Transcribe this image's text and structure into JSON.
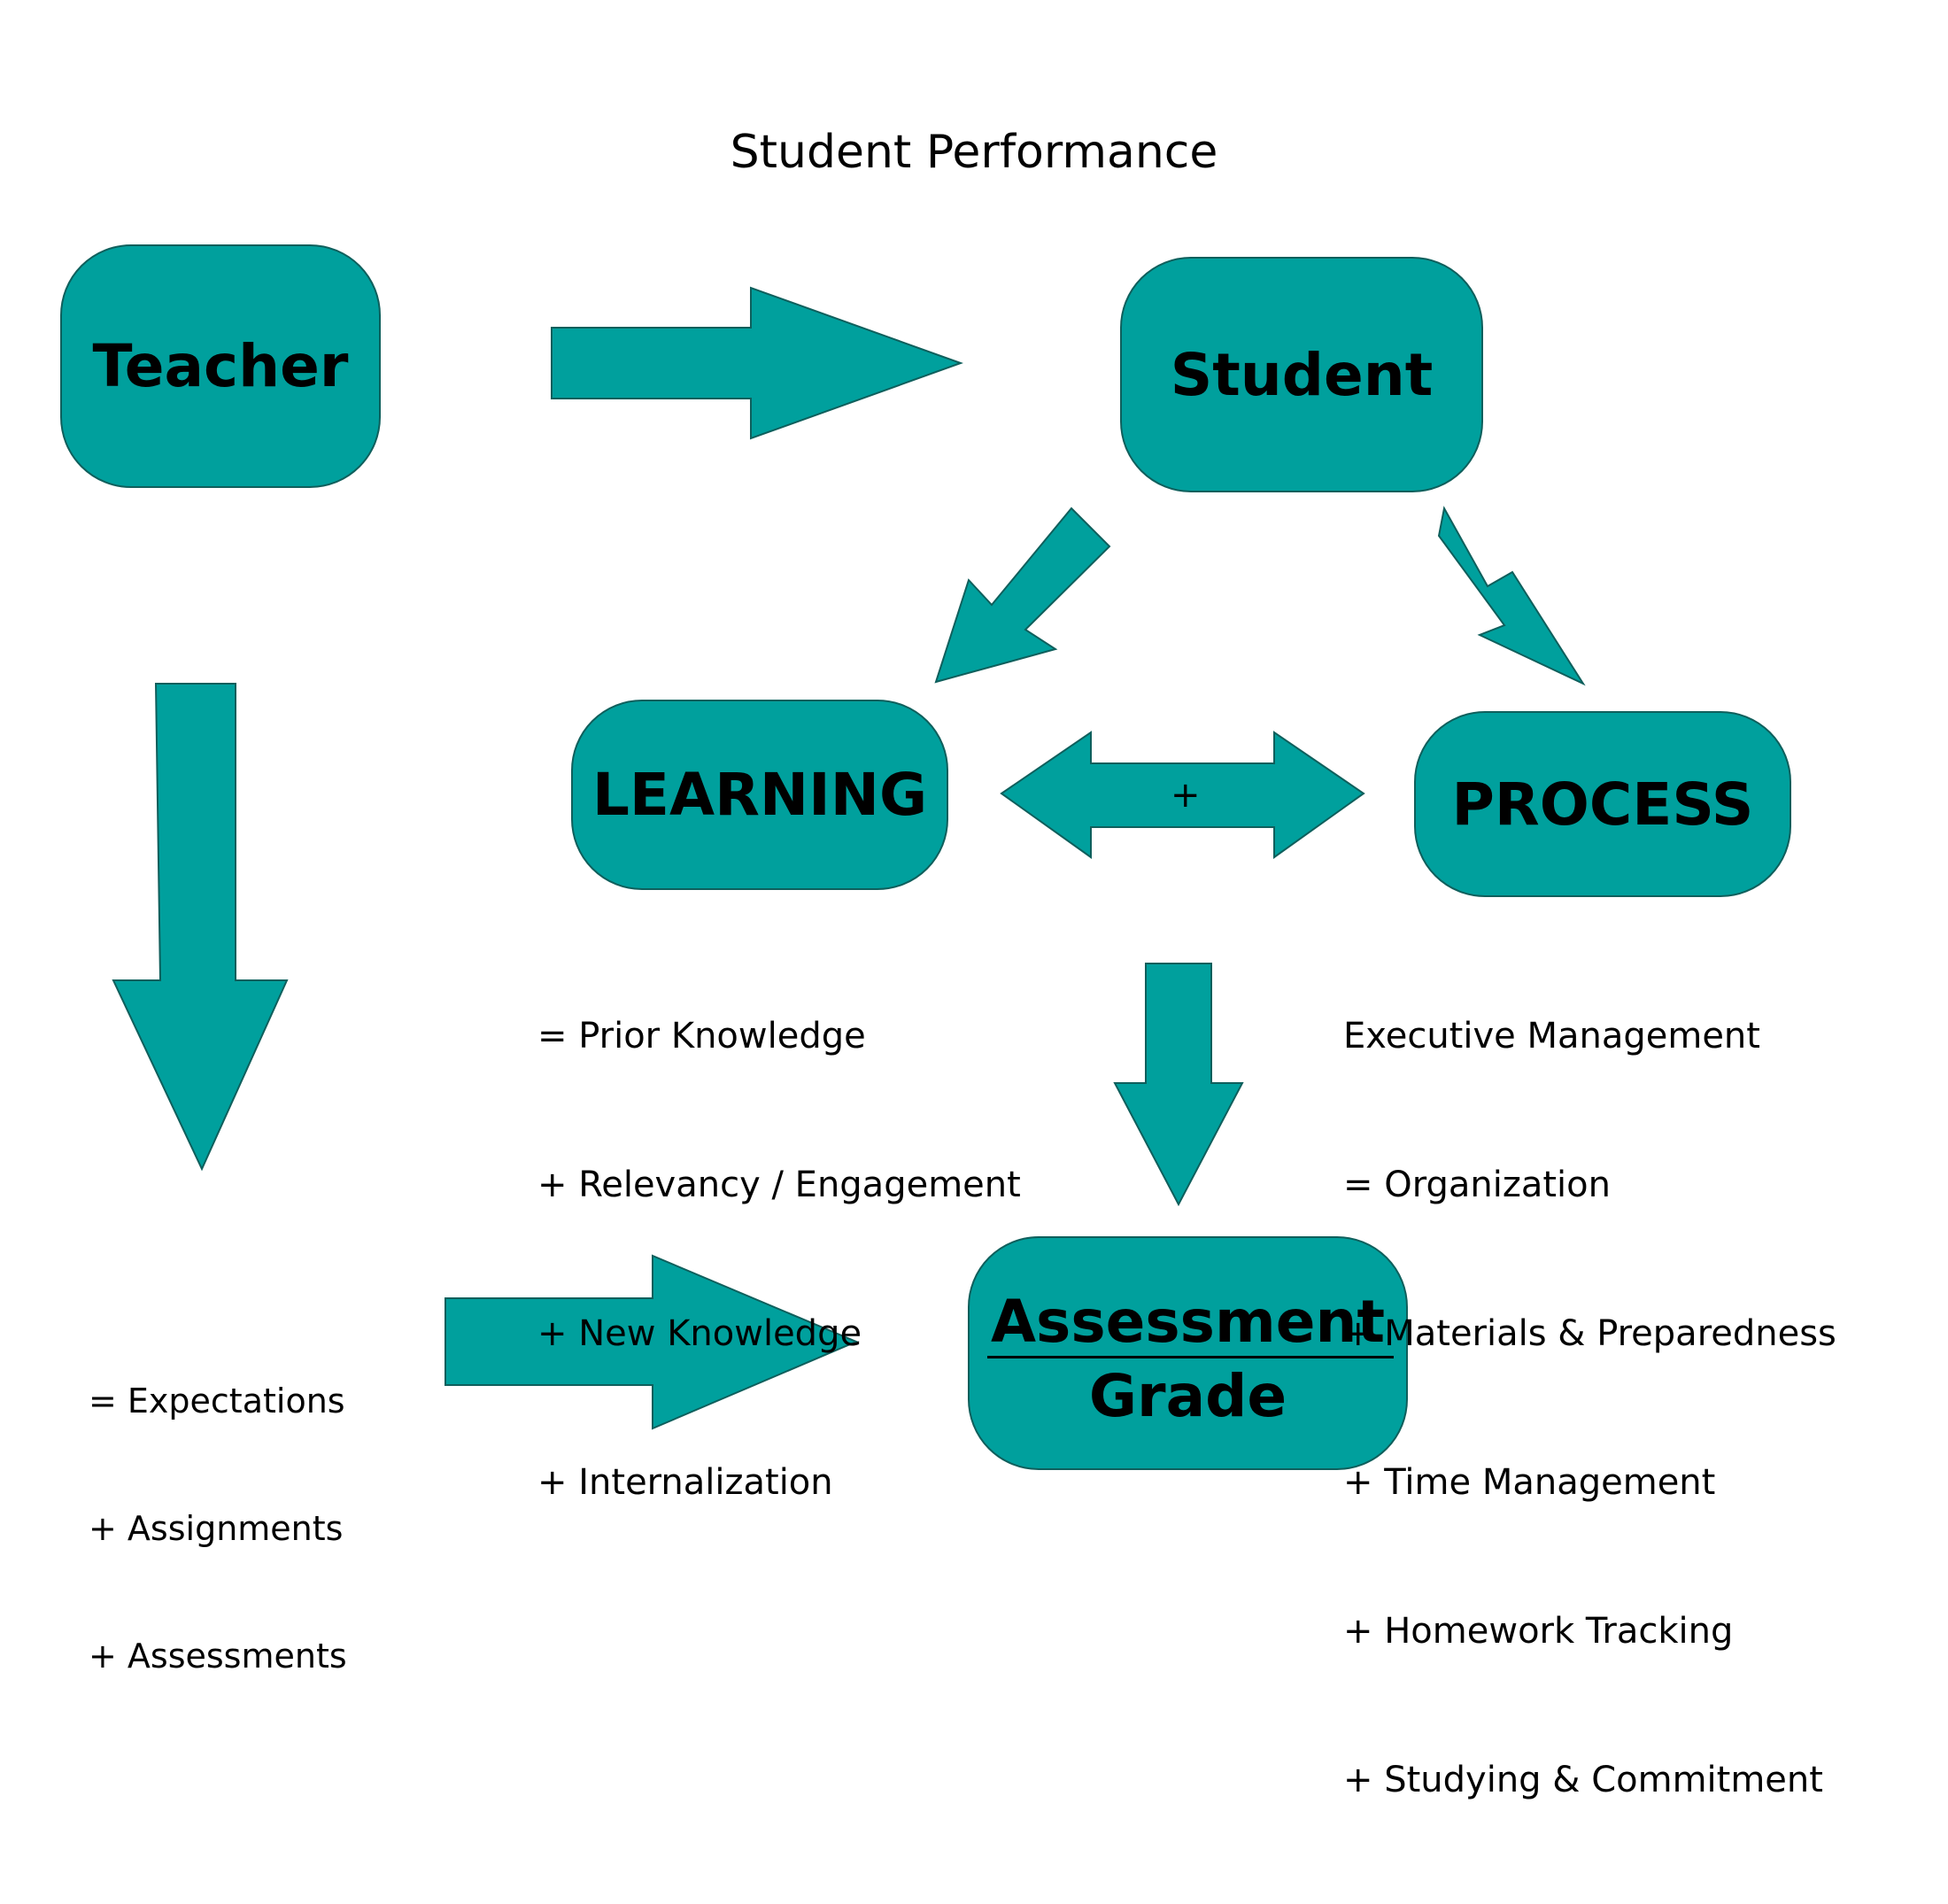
{
  "title": "Student Performance",
  "nodes": {
    "teacher": "Teacher",
    "student": "Student",
    "learning": "LEARNING",
    "process": "PROCESS",
    "assessment": "Assessment",
    "grade": "Grade"
  },
  "connector_label": "+",
  "learning_items": [
    "= Prior Knowledge",
    "+ Relevancy / Engagement",
    "+ New Knowledge",
    "+ Internalization"
  ],
  "process_items": [
    "Executive Management",
    "= Organization",
    "+ Materials & Preparedness",
    "+ Time Management",
    "+ Homework Tracking",
    "+ Studying & Commitment"
  ],
  "teacher_items": [
    "= Expectations",
    "+ Assignments",
    "+ Assessments"
  ],
  "colors": {
    "fill": "#00a09d",
    "stroke": "#0f5f5c",
    "text": "#000000"
  }
}
